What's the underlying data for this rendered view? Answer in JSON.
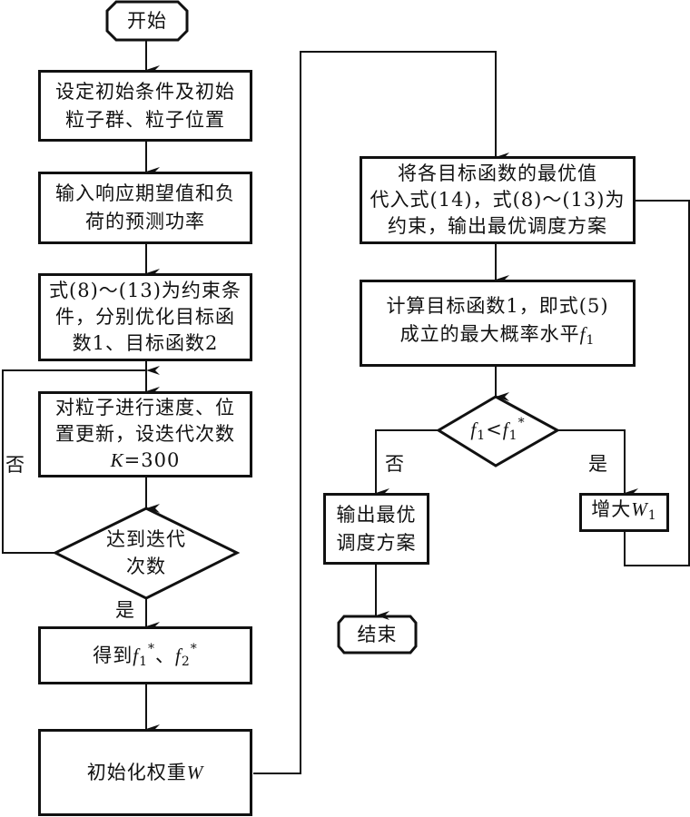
{
  "flowchart": {
    "start": {
      "label": "开始"
    },
    "end": {
      "label": "结束"
    },
    "steps": {
      "init_conditions": {
        "lines": [
          "设定初始条件及初始",
          "粒子群、粒子位置"
        ]
      },
      "input_expectation": {
        "lines": [
          "输入响应期望值和负",
          "荷的预测功率"
        ]
      },
      "optimize_objectives": {
        "lines": [
          "式(8)～(13)为约束条",
          "件，分别优化目标函",
          "数1、目标函数2"
        ]
      },
      "update_particles": {
        "lines": [
          "对粒子进行速度、位",
          "置更新，设迭代次数"
        ],
        "formula_var": "K",
        "formula_rest": "=300"
      },
      "get_optima": {
        "prefix": "得到",
        "f1": "f",
        "f1_sub": "1",
        "f1_sup": "*",
        "sep": "、",
        "f2": "f",
        "f2_sub": "2",
        "f2_sup": "*"
      },
      "init_weight": {
        "text": "初始化权重",
        "var": "W"
      },
      "substitute_optimal": {
        "lines": [
          "将各目标函数的最优值",
          "代入式(14)，式(8)～(13)为",
          "约束，输出最优调度方案"
        ]
      },
      "compute_objective": {
        "line1": "计算目标函数1，即式(5)",
        "line2_text": "成立的最大概率水平",
        "line2_var": "f",
        "line2_sub": "1"
      },
      "output_schedule": {
        "lines": [
          "输出最优",
          "调度方案"
        ]
      },
      "increase_weight": {
        "text": "增大",
        "var": "W",
        "sub": "1"
      }
    },
    "decisions": {
      "iterations_reached": {
        "lines": [
          "达到迭代",
          "次数"
        ],
        "yes_label": "是",
        "no_label": "否"
      },
      "compare_f1": {
        "var": "f",
        "sub": "1",
        "op": "<",
        "var2": "f",
        "sub2": "1",
        "sup2": "*",
        "yes_label": "是",
        "no_label": "否"
      }
    }
  }
}
